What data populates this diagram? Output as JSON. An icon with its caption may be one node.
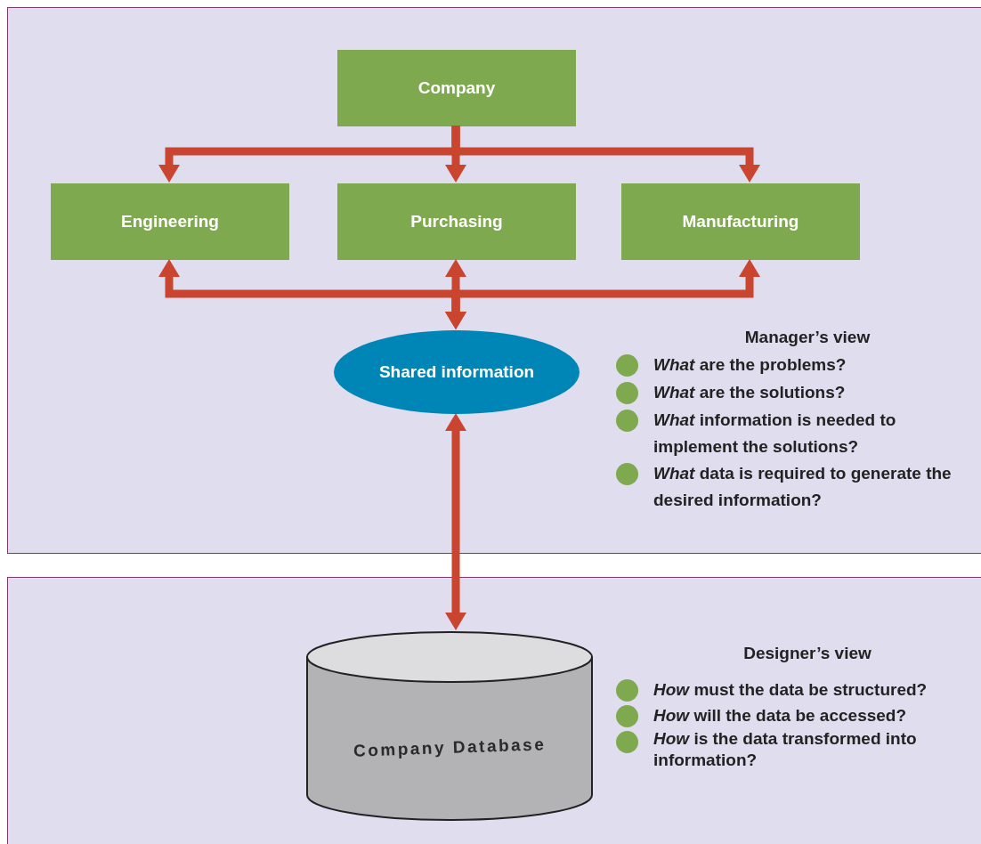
{
  "diagram": {
    "nodes": [
      {
        "text": [],
        "shape": "box"
      },
      {
        "text": [
          "Company"
        ],
        "in": 0
      },
      {
        "text": [
          "Engineering"
        ],
        "in": 0
      },
      {
        "text": [
          "Purchasing"
        ],
        "in": 0
      },
      {
        "text": [
          "Manufacturing"
        ],
        "in": 0
      },
      {
        "text": [
          "Shared information"
        ],
        "in": 0
      },
      {
        "text": [],
        "shape": "box"
      },
      {
        "text": [
          "Company Database"
        ],
        "in": 6
      }
    ],
    "edges": [
      {
        "from": 1,
        "to": 2,
        "arrow": "to"
      },
      {
        "from": 1,
        "to": 3,
        "arrow": "to"
      },
      {
        "from": 1,
        "to": 4,
        "arrow": "to"
      },
      {
        "from": 5,
        "to": 2,
        "arrow": "both"
      },
      {
        "from": 5,
        "to": 3,
        "arrow": "both"
      },
      {
        "from": 5,
        "to": 4,
        "arrow": "both"
      },
      {
        "from": 5,
        "to": 7,
        "arrow": "both"
      }
    ],
    "labels": [
      "Manager’s view",
      "*What* are the problems?",
      "*What* are the solutions?",
      "*What* information is needed to implement the solutions?",
      "*What* data is required to generate the desired information?",
      "Designer’s view",
      "*How* must the data be structured?",
      "*How* will the data be accessed?",
      "*How* is the data transformed into information?"
    ]
  }
}
